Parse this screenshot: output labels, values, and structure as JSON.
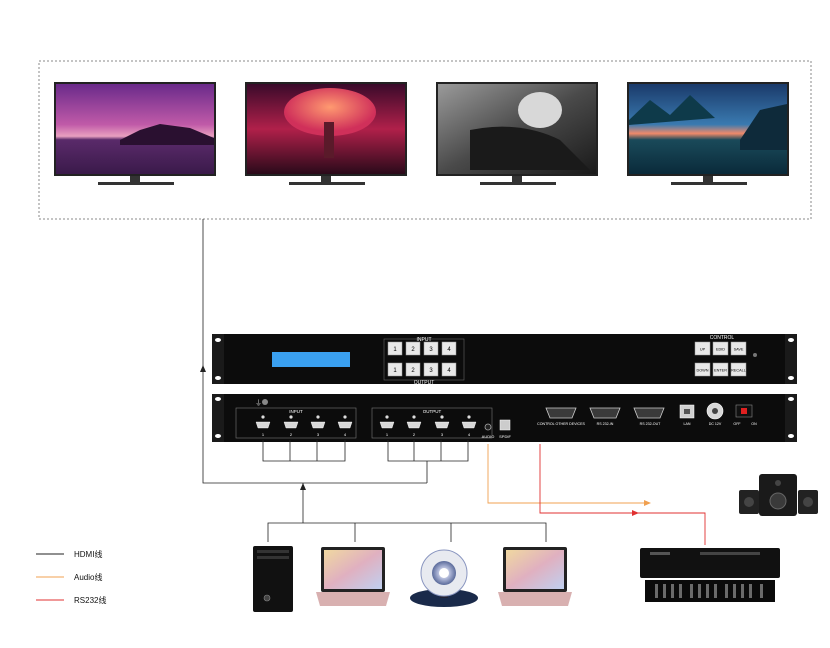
{
  "front_panel": {
    "input_group_label": "INPUT",
    "output_group_label": "OUTPUT",
    "input_buttons": [
      "1",
      "2",
      "3",
      "4"
    ],
    "output_buttons": [
      "1",
      "2",
      "3",
      "4"
    ],
    "control_label": "CONTROL",
    "control_buttons_top": [
      "UP",
      "EDID",
      "SAVE"
    ],
    "control_buttons_bottom": [
      "DOWN",
      "ENTER",
      "RECALL"
    ]
  },
  "rear_panel": {
    "input_label": "INPUT",
    "output_label": "OUTPUT",
    "input_port_numbers": [
      "1",
      "2",
      "3",
      "4"
    ],
    "output_port_numbers": [
      "1",
      "2",
      "3",
      "4"
    ],
    "audio_label": "AUDIO",
    "spdif_label": "SPDIF",
    "control_devices_label": "CONTROL OTHER DEVICES",
    "rs232_in_label": "RS 232-IN",
    "rs232_out_label": "RS 232-OUT",
    "lan_label": "LAN",
    "dc_label": "DC 12V",
    "off_label": "OFF",
    "on_label": "ON"
  },
  "legend": [
    {
      "label": "HDMI线",
      "color": "#222222"
    },
    {
      "label": "Audio线",
      "color": "#f0a050"
    },
    {
      "label": "RS232线",
      "color": "#e03030"
    }
  ],
  "colors": {
    "hdmi": "#222222",
    "audio": "#f0a050",
    "rs232": "#e03030",
    "lcd": "#3aa0f0"
  },
  "icons": {
    "displays": [
      "tv-sunset-icon",
      "tv-fantasy-tree-icon",
      "tv-portrait-icon",
      "tv-night-landscape-icon"
    ],
    "sources": [
      "pc-tower-icon",
      "laptop-icon",
      "webcam-icon",
      "laptop-icon"
    ],
    "outputs": [
      "speaker-icon",
      "control-host-icon"
    ]
  }
}
